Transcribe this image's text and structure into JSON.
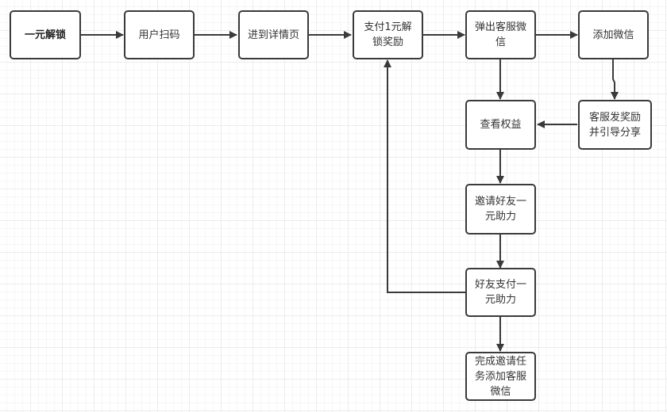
{
  "diagram": {
    "title": "",
    "colors": {
      "stroke": "#3a3a3a",
      "fill": "#ffffff",
      "grid": "#ececec"
    },
    "nodes": [
      {
        "id": "n1",
        "label": "一元解锁",
        "bold": true
      },
      {
        "id": "n2",
        "label": "用户扫码"
      },
      {
        "id": "n3",
        "label": "进到详情页"
      },
      {
        "id": "n4",
        "label": "支付1元解锁奖励"
      },
      {
        "id": "n5",
        "label": "弹出客服微信"
      },
      {
        "id": "n6",
        "label": "添加微信"
      },
      {
        "id": "n7",
        "label": "查看权益"
      },
      {
        "id": "n8",
        "label": "客服发奖励并引导分享"
      },
      {
        "id": "n9",
        "label": "邀请好友一元助力"
      },
      {
        "id": "n10",
        "label": "好友支付一元助力"
      },
      {
        "id": "n11",
        "label": "完成邀请任务添加客服微信"
      }
    ],
    "edges": [
      {
        "from": "n1",
        "to": "n2"
      },
      {
        "from": "n2",
        "to": "n3"
      },
      {
        "from": "n3",
        "to": "n4"
      },
      {
        "from": "n4",
        "to": "n5"
      },
      {
        "from": "n5",
        "to": "n6"
      },
      {
        "from": "n5",
        "to": "n7"
      },
      {
        "from": "n6",
        "to": "n8"
      },
      {
        "from": "n8",
        "to": "n7"
      },
      {
        "from": "n7",
        "to": "n9"
      },
      {
        "from": "n9",
        "to": "n10"
      },
      {
        "from": "n10",
        "to": "n11"
      },
      {
        "from": "n10",
        "to": "n4"
      }
    ]
  }
}
